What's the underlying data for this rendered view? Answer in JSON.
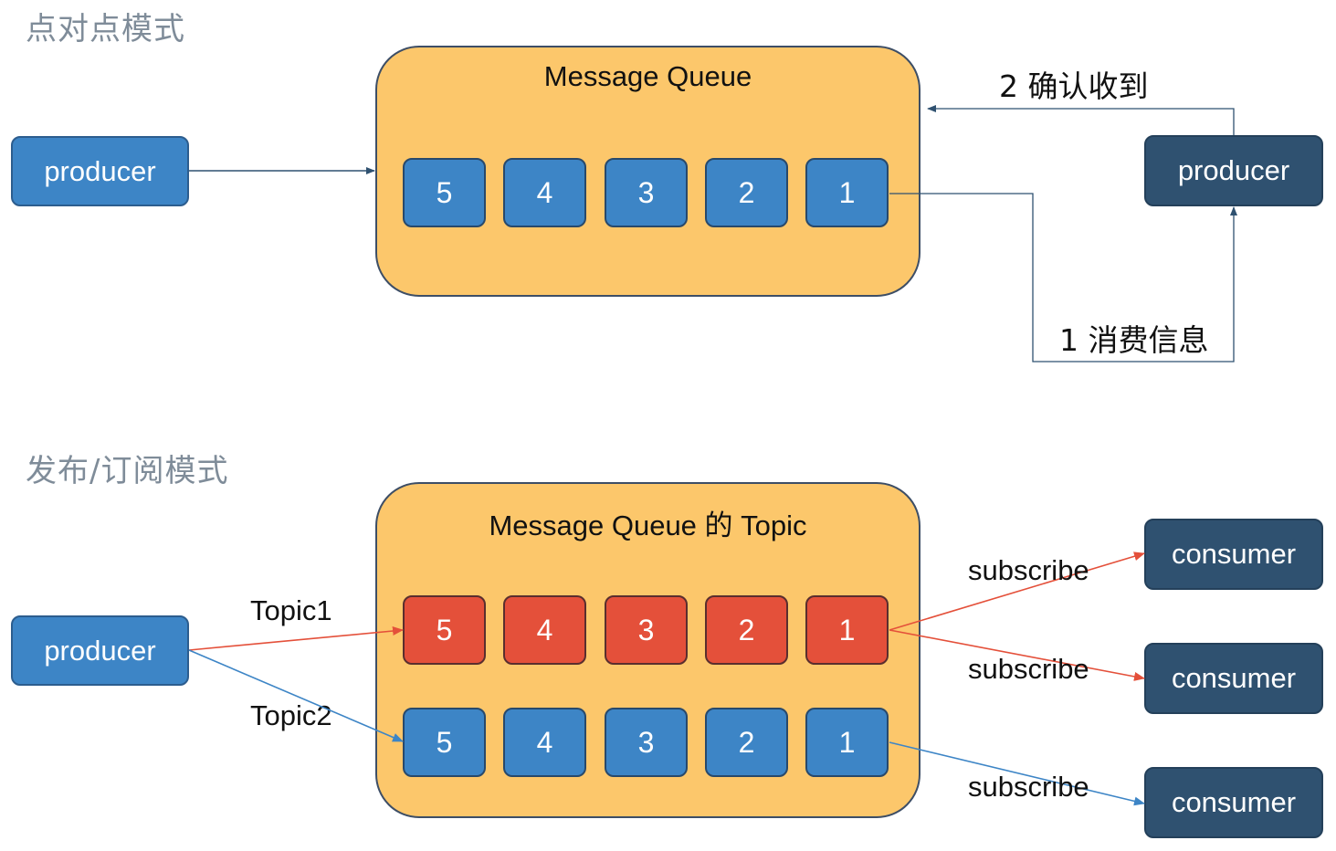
{
  "colors": {
    "queue_fill": "#fcc76b",
    "cell_blue": "#3d85c6",
    "cell_red": "#e4503a",
    "node_dark": "#2f5170",
    "line_dark": "#2f5170",
    "line_red": "#e4503a",
    "line_blue": "#3d85c6"
  },
  "p2p": {
    "title": "点对点模式",
    "queue_title": "Message Queue",
    "producer_left": "producer",
    "producer_right": "producer",
    "cells": [
      "5",
      "4",
      "3",
      "2",
      "1"
    ],
    "ack_label": "2 确认收到",
    "consume_label": "1 消费信息"
  },
  "pubsub": {
    "title": "发布/订阅模式",
    "queue_title": "Message Queue 的 Topic",
    "producer": "producer",
    "topic1_label": "Topic1",
    "topic2_label": "Topic2",
    "red_cells": [
      "5",
      "4",
      "3",
      "2",
      "1"
    ],
    "blue_cells": [
      "5",
      "4",
      "3",
      "2",
      "1"
    ],
    "consumers": [
      "consumer",
      "consumer",
      "consumer"
    ],
    "subscribe_labels": [
      "subscribe",
      "subscribe",
      "subscribe"
    ]
  }
}
